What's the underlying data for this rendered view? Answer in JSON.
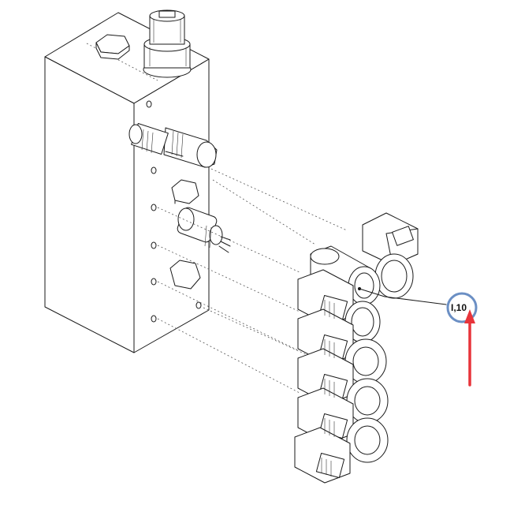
{
  "callout": {
    "label": "I,10",
    "circle_color": "#6b8fc4",
    "arrow_color": "#e8343a"
  },
  "icons": {
    "callout_marker": "circle-highlight",
    "pointer": "red-arrow-up"
  }
}
